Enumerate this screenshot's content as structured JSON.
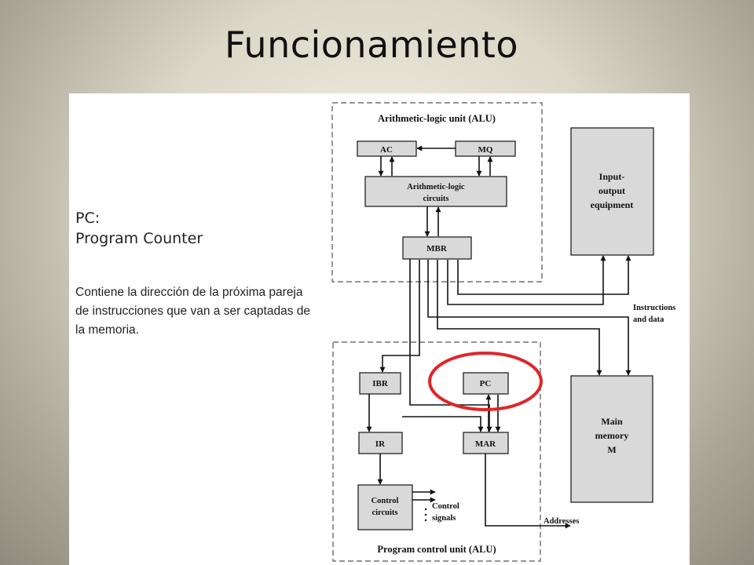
{
  "title": "Funcionamiento",
  "side_panel": {
    "heading_line1": "PC:",
    "heading_line2": "Program Counter",
    "description": "Contiene la dirección de la próxima pareja de instrucciones que van a ser captadas de la memoria."
  },
  "diagram": {
    "alu_label": "Arithmetic-logic unit (ALU)",
    "ac": "AC",
    "mq": "MQ",
    "alc_line1": "Arithmetic-logic",
    "alc_line2": "circuits",
    "mbr": "MBR",
    "io_line1": "Input-",
    "io_line2": "output",
    "io_line3": "equipment",
    "instr_line1": "Instructions",
    "instr_line2": "and data",
    "ibr": "IBR",
    "pc": "PC",
    "ir": "IR",
    "mar": "MAR",
    "mem_line1": "Main",
    "mem_line2": "memory",
    "mem_line3": "M",
    "cc_line1": "Control",
    "cc_line2": "circuits",
    "cs_line1": "Control",
    "cs_line2": "signals",
    "addresses": "Addresses",
    "pcu_label": "Program control unit (ALU)",
    "highlight_color": "#e0262a"
  }
}
